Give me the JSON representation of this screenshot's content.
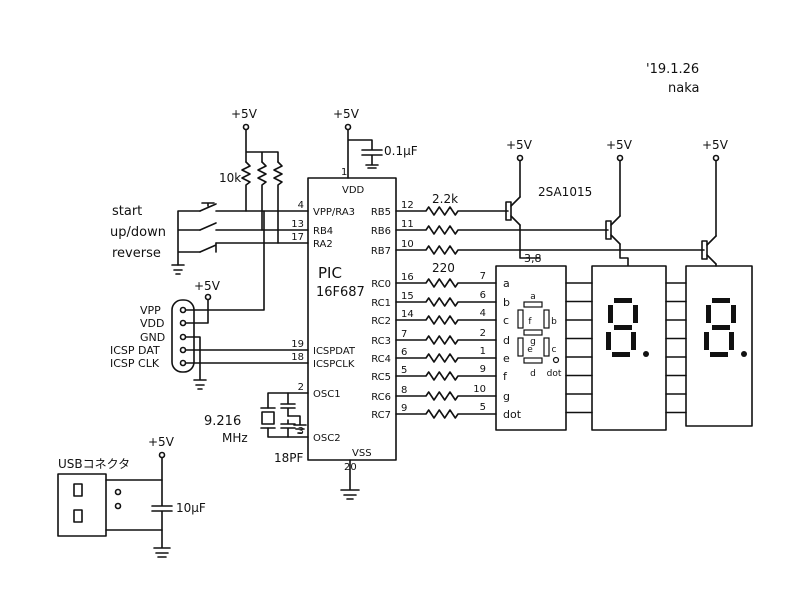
{
  "header": {
    "date": "'19.1.26",
    "author": "naka"
  },
  "supply": {
    "vcc": "+5V"
  },
  "chip": {
    "name": "PIC",
    "part": "16F687",
    "vdd": "VDD",
    "vss": "VSS",
    "pin_vdd": "1",
    "pin_vss": "20",
    "left_pins": [
      {
        "num": "4",
        "label": "VPP/RA3"
      },
      {
        "num": "13",
        "label": "RB4"
      },
      {
        "num": "17",
        "label": "RA2"
      },
      {
        "num": "19",
        "label": "ICSPDAT"
      },
      {
        "num": "18",
        "label": "ICSPCLK"
      },
      {
        "num": "2",
        "label": "OSC1"
      },
      {
        "num": "3",
        "label": "OSC2"
      }
    ],
    "right_pins": [
      {
        "num": "12",
        "label": "RB5"
      },
      {
        "num": "11",
        "label": "RB6"
      },
      {
        "num": "10",
        "label": "RB7"
      },
      {
        "num": "16",
        "label": "RC0"
      },
      {
        "num": "15",
        "label": "RC1"
      },
      {
        "num": "14",
        "label": "RC2"
      },
      {
        "num": "7",
        "label": "RC3"
      },
      {
        "num": "6",
        "label": "RC4"
      },
      {
        "num": "5",
        "label": "RC5"
      },
      {
        "num": "8",
        "label": "RC6"
      },
      {
        "num": "9",
        "label": "RC7"
      }
    ]
  },
  "inputs": {
    "resistor": "10k",
    "switches": [
      "start",
      "up/down",
      "reverse"
    ]
  },
  "decoupling": {
    "value": "0.1μF"
  },
  "programmer": {
    "pins": [
      "VPP",
      "VDD",
      "GND",
      "ICSP DAT",
      "ICSP CLK"
    ]
  },
  "crystal": {
    "freq": "9.216",
    "unit": "MHz",
    "cap": "18PF"
  },
  "driver": {
    "base_res": "2.2k",
    "transistor": "2SA1015"
  },
  "segments": {
    "res": "220",
    "display_pins": [
      {
        "num": "7",
        "seg": "a"
      },
      {
        "num": "6",
        "seg": "b"
      },
      {
        "num": "4",
        "seg": "c"
      },
      {
        "num": "2",
        "seg": "d"
      },
      {
        "num": "1",
        "seg": "e"
      },
      {
        "num": "9",
        "seg": "f"
      },
      {
        "num": "10",
        "seg": "g"
      },
      {
        "num": "5",
        "seg": "dot"
      }
    ],
    "common_pins": "3,8",
    "inner_labels": [
      "a",
      "f",
      "b",
      "g",
      "e",
      "c",
      "d",
      "dot"
    ]
  },
  "usb": {
    "label": "USBコネクタ",
    "cap": "10μF"
  }
}
